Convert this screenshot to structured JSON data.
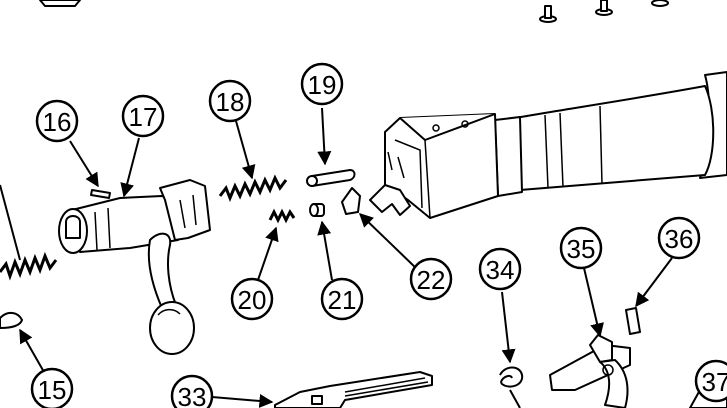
{
  "diagram": {
    "callouts": {
      "c15": "15",
      "c16": "16",
      "c17": "17",
      "c18": "18",
      "c19": "19",
      "c20": "20",
      "c21": "21",
      "c22": "22",
      "c33": "33",
      "c34": "34",
      "c35": "35",
      "c36": "36",
      "c37": "37"
    }
  }
}
